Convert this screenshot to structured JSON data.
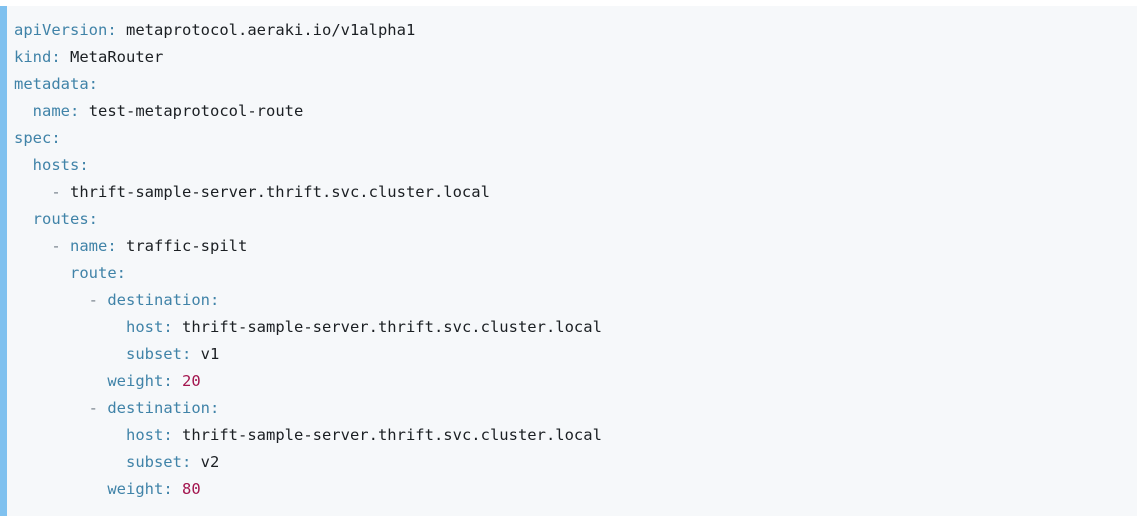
{
  "document": {
    "kind": "yaml-code-block",
    "language": "yaml",
    "accent_bar_color": "#7fc1ef",
    "background_color": "#f6f8fa",
    "key_color": "#4083a8",
    "value_color": "#1b1f23",
    "number_color": "#a3154e",
    "dash_color": "#7a858e",
    "page_background": "#ffffff"
  },
  "code": {
    "lines": [
      {
        "indent": "",
        "dash": "",
        "key": "apiVersion",
        "colon": ":",
        "space": " ",
        "value": "metaprotocol.aeraki.io/v1alpha1",
        "value_type": "string"
      },
      {
        "indent": "",
        "dash": "",
        "key": "kind",
        "colon": ":",
        "space": " ",
        "value": "MetaRouter",
        "value_type": "string"
      },
      {
        "indent": "",
        "dash": "",
        "key": "metadata",
        "colon": ":",
        "space": "",
        "value": "",
        "value_type": "none"
      },
      {
        "indent": "  ",
        "dash": "",
        "key": "name",
        "colon": ":",
        "space": " ",
        "value": "test-metaprotocol-route",
        "value_type": "string"
      },
      {
        "indent": "",
        "dash": "",
        "key": "spec",
        "colon": ":",
        "space": "",
        "value": "",
        "value_type": "none"
      },
      {
        "indent": "  ",
        "dash": "",
        "key": "hosts",
        "colon": ":",
        "space": "",
        "value": "",
        "value_type": "none"
      },
      {
        "indent": "    ",
        "dash": "- ",
        "key": "",
        "colon": "",
        "space": "",
        "value": "thrift-sample-server.thrift.svc.cluster.local",
        "value_type": "string"
      },
      {
        "indent": "  ",
        "dash": "",
        "key": "routes",
        "colon": ":",
        "space": "",
        "value": "",
        "value_type": "none"
      },
      {
        "indent": "    ",
        "dash": "- ",
        "key": "name",
        "colon": ":",
        "space": " ",
        "value": "traffic-spilt",
        "value_type": "string"
      },
      {
        "indent": "      ",
        "dash": "",
        "key": "route",
        "colon": ":",
        "space": "",
        "value": "",
        "value_type": "none"
      },
      {
        "indent": "        ",
        "dash": "- ",
        "key": "destination",
        "colon": ":",
        "space": "",
        "value": "",
        "value_type": "none"
      },
      {
        "indent": "            ",
        "dash": "",
        "key": "host",
        "colon": ":",
        "space": " ",
        "value": "thrift-sample-server.thrift.svc.cluster.local",
        "value_type": "string"
      },
      {
        "indent": "            ",
        "dash": "",
        "key": "subset",
        "colon": ":",
        "space": " ",
        "value": "v1",
        "value_type": "string"
      },
      {
        "indent": "          ",
        "dash": "",
        "key": "weight",
        "colon": ":",
        "space": " ",
        "value": "20",
        "value_type": "number"
      },
      {
        "indent": "        ",
        "dash": "- ",
        "key": "destination",
        "colon": ":",
        "space": "",
        "value": "",
        "value_type": "none"
      },
      {
        "indent": "            ",
        "dash": "",
        "key": "host",
        "colon": ":",
        "space": " ",
        "value": "thrift-sample-server.thrift.svc.cluster.local",
        "value_type": "string"
      },
      {
        "indent": "            ",
        "dash": "",
        "key": "subset",
        "colon": ":",
        "space": " ",
        "value": "v2",
        "value_type": "string"
      },
      {
        "indent": "          ",
        "dash": "",
        "key": "weight",
        "colon": ":",
        "space": " ",
        "value": "80",
        "value_type": "number"
      }
    ]
  }
}
